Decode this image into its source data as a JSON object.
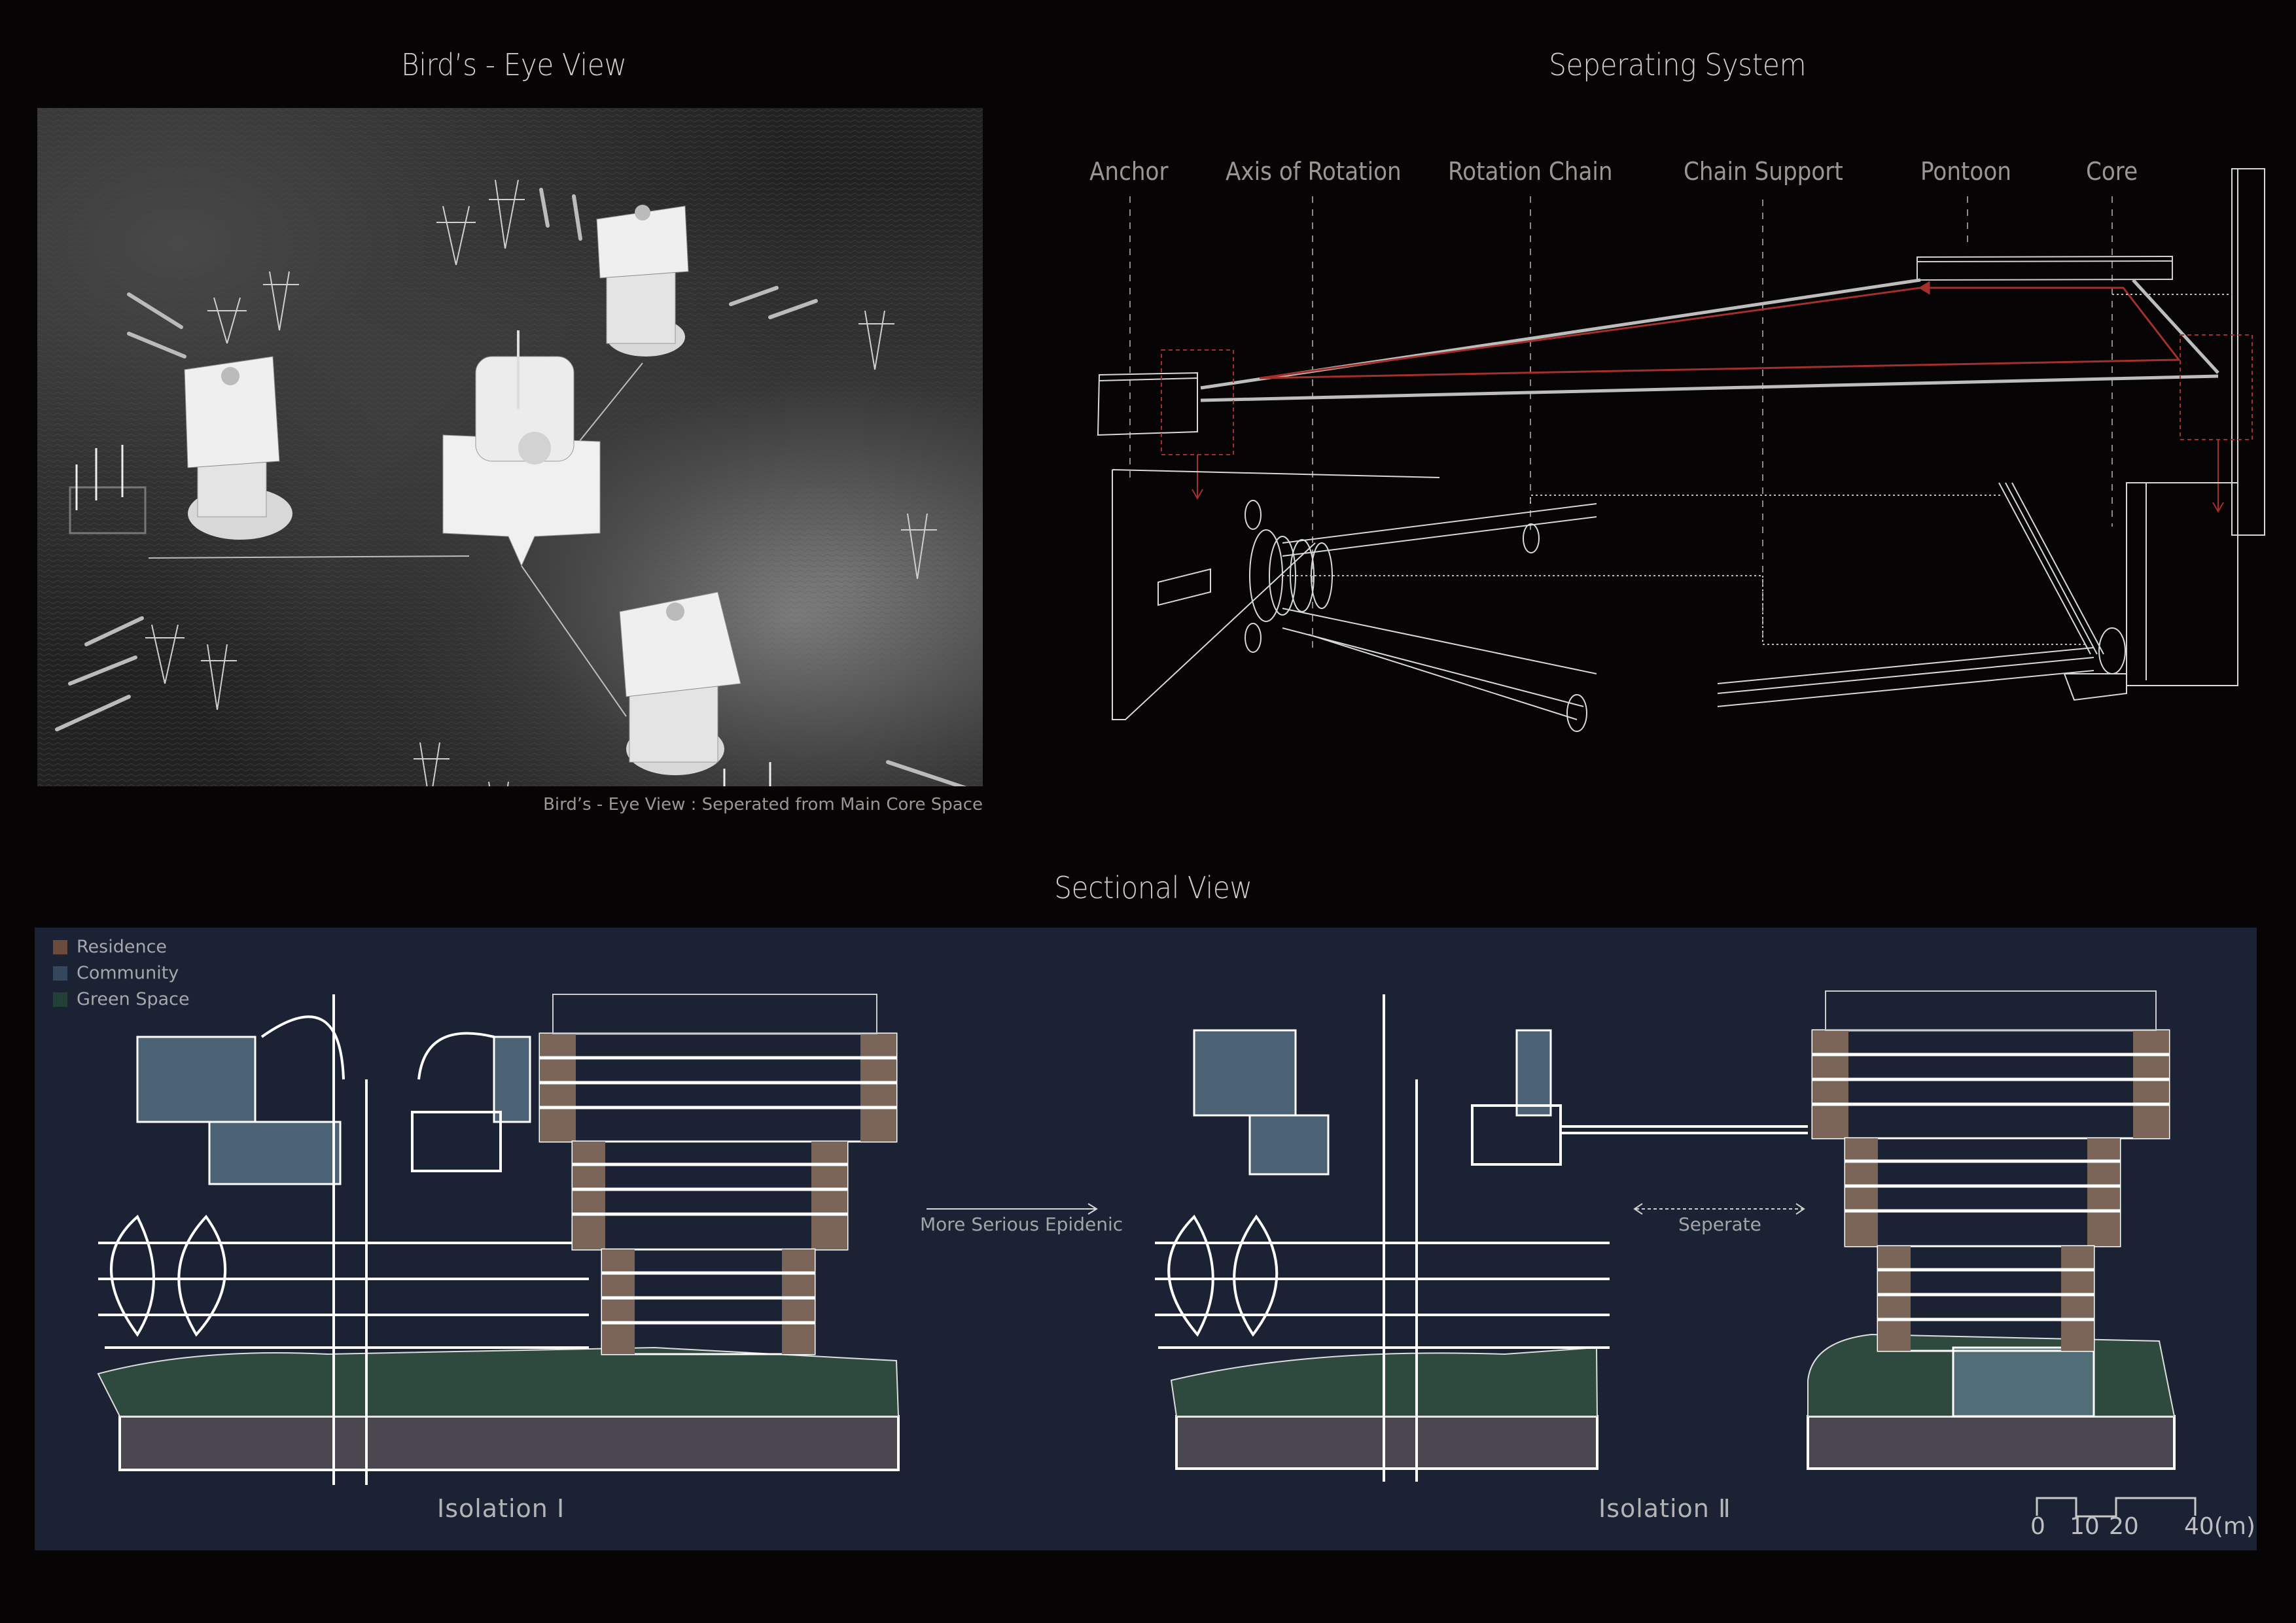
{
  "panels": {
    "birds_eye": {
      "title": "Bird’s - Eye View",
      "caption": "Bird’s - Eye View : Seperated from Main Core Space"
    },
    "separating_system": {
      "title": "Seperating System",
      "labels": [
        "Anchor",
        "Axis of Rotation",
        "Rotation Chain",
        "Chain Support",
        "Pontoon",
        "Core"
      ],
      "accent_color": "#a3302a"
    },
    "sectional_view": {
      "title": "Sectional View",
      "legend": [
        {
          "label": "Residence",
          "color": "#6b4b3c"
        },
        {
          "label": "Community",
          "color": "#34475c"
        },
        {
          "label": "Green Space",
          "color": "#234036"
        }
      ],
      "isolation_1": "Isolation Ⅰ",
      "isolation_2": "Isolation Ⅱ",
      "transition_label": "More Serious Epidenic",
      "separate_label": "Seperate",
      "scale_bar": {
        "ticks": [
          "0",
          "10",
          "20",
          "40(m)"
        ]
      },
      "colors": {
        "panel_bg": "#1a2233",
        "residence": "#7a6558",
        "community": "#5d7a8c",
        "green": "#2e4a3e",
        "base": "#4a4750",
        "line": "#ffffff"
      }
    }
  }
}
